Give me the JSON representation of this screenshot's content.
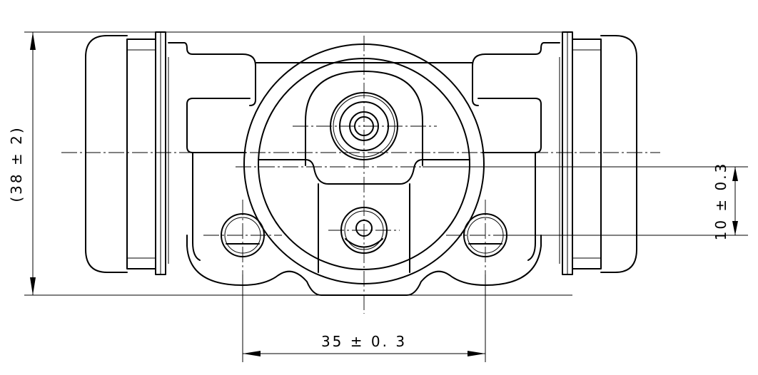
{
  "dimensions": {
    "height": "(38 ± 2)",
    "offset": "10 ± 0.3",
    "spacing": "35 ± 0. 3"
  }
}
